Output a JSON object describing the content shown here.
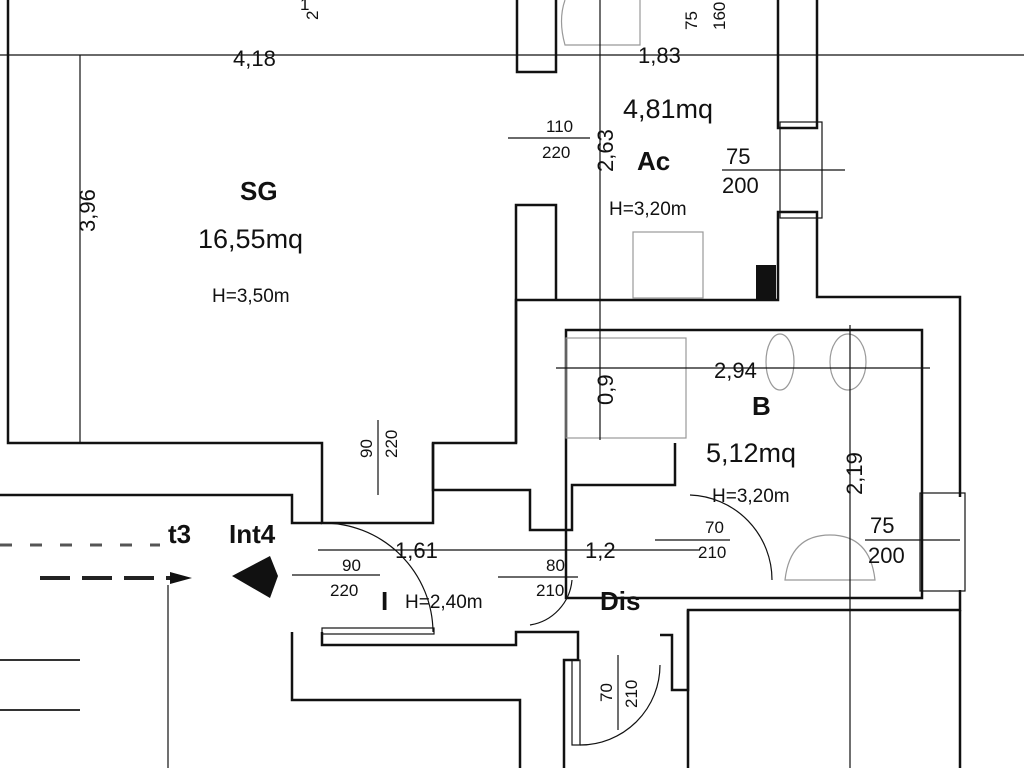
{
  "rooms": {
    "sg": {
      "name": "SG",
      "area": "16,55mq",
      "height": "H=3,50m"
    },
    "ac": {
      "name": "Ac",
      "area": "4,81mq",
      "height": "H=3,20m"
    },
    "b": {
      "name": "B",
      "area": "5,12mq",
      "height": "H=3,20m"
    },
    "dis": {
      "name": "Dis",
      "height": "H=2,40m"
    },
    "int3": {
      "name": "t3"
    },
    "int4": {
      "name": "Int4"
    },
    "marker": "I"
  },
  "dimensions": {
    "sg_width": "4,18",
    "sg_depth": "3,96",
    "ac_width": "1,83",
    "ac_depth": "2,63",
    "b_width": "2,94",
    "b_depth": "2,19",
    "b_shower": "0,9",
    "dis_width1": "1,61",
    "dis_width2": "1,2"
  },
  "openings": {
    "top_partial": {
      "w": "1",
      "h": "2"
    },
    "ac_top_window": {
      "w": "75",
      "h": "160"
    },
    "ac_door": {
      "w": "110",
      "h": "220"
    },
    "ac_window": {
      "w": "75",
      "h": "200"
    },
    "sg_door": {
      "w": "90",
      "h": "220"
    },
    "entry_door": {
      "w": "90",
      "h": "220"
    },
    "dis_door": {
      "w": "80",
      "h": "210"
    },
    "b_door": {
      "w": "70",
      "h": "210"
    },
    "b_window": {
      "w": "75",
      "h": "200"
    },
    "bottom_door": {
      "w": "70",
      "h": "210"
    }
  }
}
